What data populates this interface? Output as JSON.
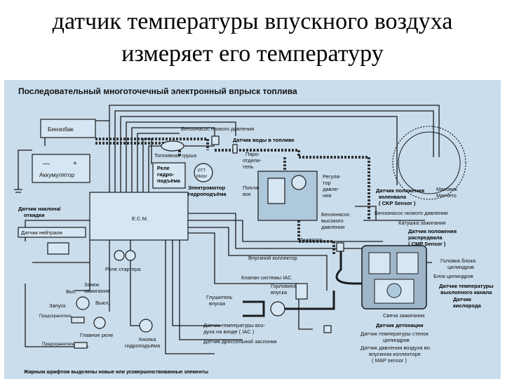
{
  "slide": {
    "title_line1": "датчик температуры впускного воздуха",
    "title_line2": "измеряет его температуру"
  },
  "diagram": {
    "heading": "Последовательный многоточечный электронный впрыск топлива",
    "footer": "Жирным шрифтом выделены новые или усовершенствованные элементы",
    "labels": {
      "fuel_tank": "Бензобак",
      "battery": "Аккумулятор",
      "low_pressure_pump_top": "Бензонасос низкого давления",
      "water_sensor": "Датчик воды в топливе",
      "fuel_bulb": "Топливная груша",
      "relay_1": "Реле",
      "relay_2": "гидро-",
      "relay_3": "подъёма",
      "ptt_1": "PTT",
      "ptt_2": "Motor",
      "ptt_motor_1": "Электромотор",
      "ptt_motor_2": "гидроподъёма",
      "vapor_sep_1": "Паро-",
      "vapor_sep_2": "отдели-",
      "vapor_sep_3": "тель",
      "float_1": "Попла-",
      "float_2": "вок",
      "regulator_1": "Регуля-",
      "regulator_2": "тор",
      "regulator_3": "давле-",
      "regulator_4": "ния",
      "high_pressure_pump_1": "Бензонасос",
      "high_pressure_pump_2": "высокого",
      "high_pressure_pump_3": "давления",
      "tilt_sensor_1": "Датчик наклона/",
      "tilt_sensor_2": "откидки",
      "neutral_sensor": "Датчик нейтрали",
      "ecm": "E.C.M.",
      "starter_relay": "Реле стартера",
      "ignition_lock_1": "Замок",
      "ignition_lock_2": "зажигания",
      "on": "Вкл.",
      "off": "Выкл.",
      "start": "Запуск",
      "fuse_1": "Предохранитель",
      "fuse_2": "Предохранитель",
      "main_relay": "Главное реле",
      "trim_button_1": "Кнопка",
      "trim_button_2": "гидроподъёма",
      "crank_sensor_1": "Датчик положения",
      "crank_sensor_2": "коленвала",
      "crank_sensor_3": "( CKP Sensor )",
      "flywheel_1": "Маховик",
      "flywheel_2": "Магнето",
      "low_pressure_pump_right": "Бензонасос низкого давления",
      "ignition_coil": "Катушка зажигания",
      "cmp_sensor_1": "Датчик положения",
      "cmp_sensor_2": "распредвала",
      "cmp_sensor_3": "( CMP Sensor )",
      "injector": "Инжектор",
      "intake_manifold": "Впускной коллектор",
      "cylinder_head_1": "Головка блока",
      "cylinder_head_2": "цилиндров",
      "cylinder_block": "Блок цилиндров",
      "exhaust_temp_1": "Датчик температуры",
      "exhaust_temp_2": "выхлопного канала",
      "oxygen_1": "Датчик",
      "oxygen_2": "кислорода",
      "iac_valve": "Клапан системы IAC",
      "intake_throat_1": "Горловина",
      "intake_throat_2": "впуска",
      "silencer_1": "Глушитель",
      "silencer_2": "впуска",
      "iat_sensor_1": "Датчик температуры воз-",
      "iat_sensor_2": "духа на входе ( IAC )",
      "throttle_sensor": "Датчик дроссельной заслонки",
      "spark_plug": "Свеча зажигания",
      "knock_sensor": "Датчик  детонации",
      "wall_temp_1": "Датчик температуры стенок",
      "wall_temp_2": "цилиндров",
      "map_sensor_1": "Датчик давления воздуха во",
      "map_sensor_2": "впускном коллекторе",
      "map_sensor_3": "( MAP sensor )"
    }
  },
  "colors": {
    "panel_bg": "#c9dded",
    "box_fill": "#d6e6f2",
    "line": "#1a1a1a"
  }
}
